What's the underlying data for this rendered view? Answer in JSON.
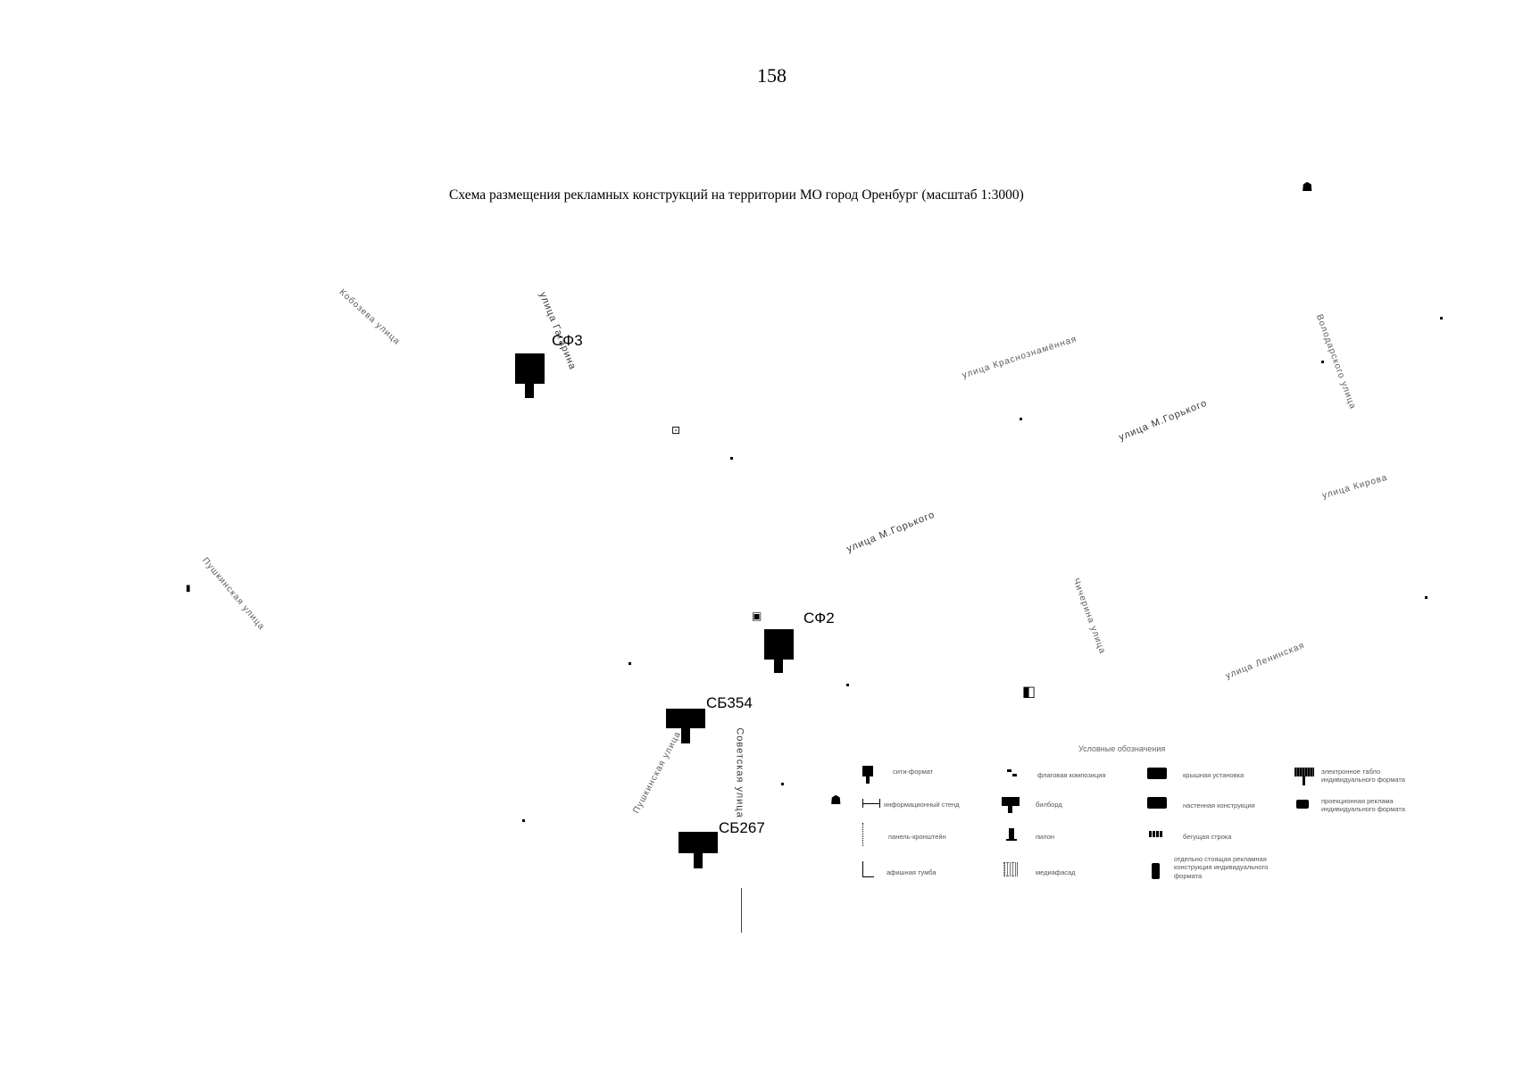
{
  "page_number": "158",
  "title": "Схема размещения рекламных конструкций на территории МО город Оренбург (масштаб 1:3000)",
  "streets": [
    {
      "name": "улица Гагарина"
    },
    {
      "name": "улица М.Горького"
    },
    {
      "name": "улица М.Горького"
    },
    {
      "name": "Советская улица"
    },
    {
      "name": "Пушкинская улица"
    },
    {
      "name": "Кобозева улица"
    },
    {
      "name": "улица Краснознамённая"
    },
    {
      "name": "Володарского улица"
    },
    {
      "name": "улица Кирова"
    },
    {
      "name": "Чичерина улица"
    },
    {
      "name": "улица Ленинская"
    }
  ],
  "markers": [
    {
      "code": "СФ3",
      "type": "сити-формат"
    },
    {
      "code": "СФ2",
      "type": "сити-формат"
    },
    {
      "code": "СБ354",
      "type": "билборд"
    },
    {
      "code": "СБ267",
      "type": "билборд"
    }
  ],
  "legend": {
    "title": "Условные обозначения",
    "items": [
      {
        "icon": "city-format-icon",
        "label": "сити-формат"
      },
      {
        "icon": "info-stand-icon",
        "label": "информационный стенд"
      },
      {
        "icon": "bracket-panel-icon",
        "label": "панель-кронштейн"
      },
      {
        "icon": "poster-column-icon",
        "label": "афишная тумба"
      },
      {
        "icon": "flag-composition-icon",
        "label": "флаговая композиция"
      },
      {
        "icon": "billboard-icon",
        "label": "билборд"
      },
      {
        "icon": "pylon-icon",
        "label": "пилон"
      },
      {
        "icon": "media-facade-icon",
        "label": "медиафасад"
      },
      {
        "icon": "roof-installation-icon",
        "label": "крышная установка"
      },
      {
        "icon": "wall-construction-icon",
        "label": "настенная конструкция"
      },
      {
        "icon": "running-line-icon",
        "label": "бегущая строка"
      },
      {
        "icon": "nonstandard-icon",
        "label": "отдельно стоящая рекламная конструкция индивидуального формата"
      },
      {
        "icon": "scoreboard-icon",
        "label": "электронное табло индивидуального формата"
      },
      {
        "icon": "projection-icon",
        "label": "проекционная реклама индивидуального формата"
      }
    ]
  }
}
